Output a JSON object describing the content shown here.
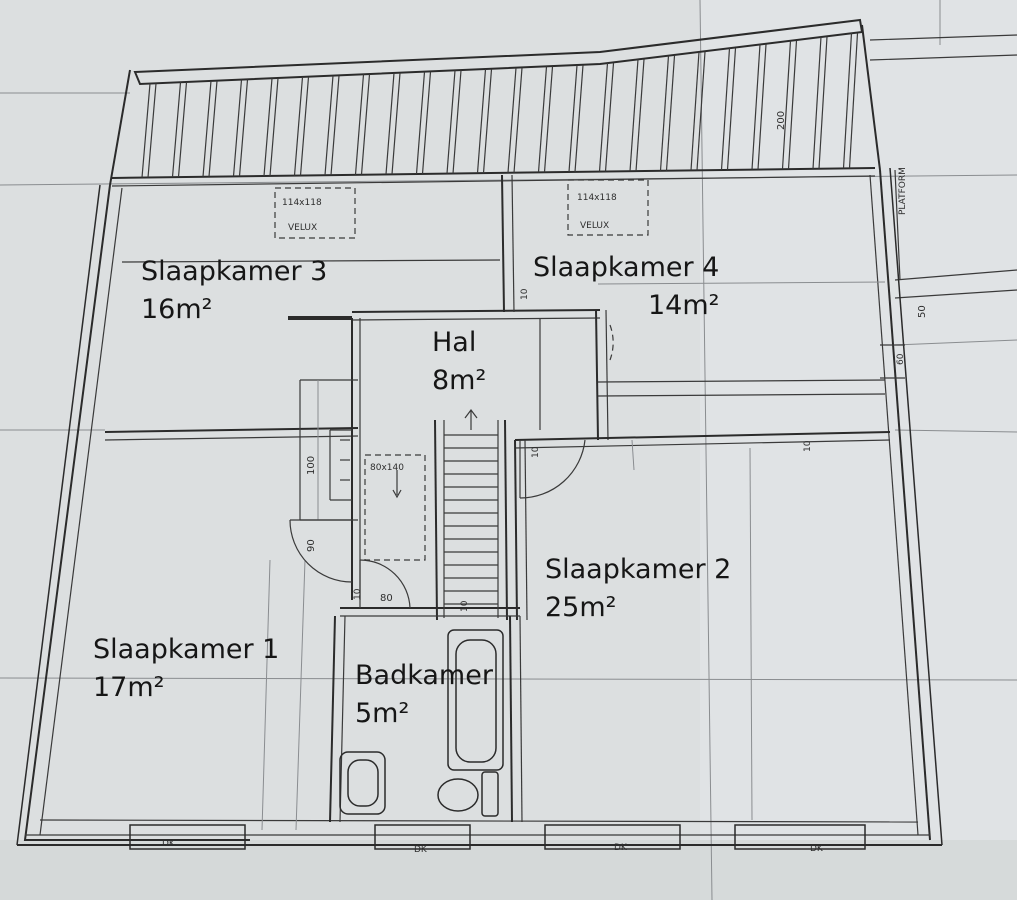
{
  "rooms": {
    "slaapkamer3": {
      "name": "Slaapkamer 3",
      "area": "16m²"
    },
    "slaapkamer4": {
      "name": "Slaapkamer 4",
      "area": "14m²"
    },
    "hal": {
      "name": "Hal",
      "area": "8m²"
    },
    "slaapkamer2": {
      "name": "Slaapkamer 2",
      "area": "25m²"
    },
    "slaapkamer1": {
      "name": "Slaapkamer 1",
      "area": "17m²"
    },
    "badkamer": {
      "name": "Badkamer",
      "area": "5m²"
    }
  },
  "annotations": {
    "velux_size_left": "114x118",
    "velux_left": "VELUX",
    "velux_size_right": "114x118",
    "velux_right": "VELUX",
    "platform": "PLATFORM",
    "dim_200": "200",
    "dim_50": "50",
    "dim_60": "60",
    "dim_100": "100",
    "dim_90": "90",
    "dim_80": "80",
    "hatch_size": "80x140",
    "dim_10_a": "10",
    "dim_10_b": "10",
    "dim_10_c": "10",
    "dim_10_d": "10",
    "dim_10_e": "10",
    "dk_1": "DK",
    "dk_2": "DK",
    "dk_3": "DK",
    "dk_4": "DK"
  },
  "colors": {
    "paper": "#dcdfe0",
    "ink": "#2b2b2b",
    "label": "#161616"
  }
}
